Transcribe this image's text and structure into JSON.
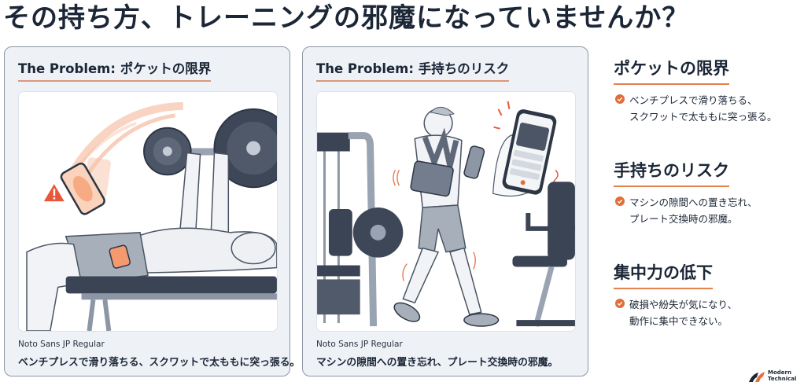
{
  "title": "その持ち方、トレーニングの邪魔になっていませんか？",
  "cards": [
    {
      "heading": "The Problem: ポケットの限界",
      "illustration": "bench-press-phone-falling-from-pocket",
      "font_label": "Noto Sans JP Regular",
      "caption": "ベンチプレスで滑り落ちる、スクワットで太ももに突っ張る。"
    },
    {
      "heading": "The Problem: 手持ちのリスク",
      "illustration": "walking-with-towel-bottle-and-phone-in-hand",
      "font_label": "Noto Sans JP Regular",
      "caption": "マシンの隙間への置き忘れ、プレート交換時の邪魔。"
    }
  ],
  "sidebar": [
    {
      "heading": "ポケットの限界",
      "icon": "check-circle-icon",
      "lines": [
        "ベンチプレスで滑り落ちる、",
        "スクワットで太ももに突っ張る。"
      ]
    },
    {
      "heading": "手持ちのリスク",
      "icon": "check-circle-icon",
      "lines": [
        "マシンの隙間への置き忘れ、",
        "プレート交換時の邪魔。"
      ]
    },
    {
      "heading": "集中力の低下",
      "icon": "check-circle-icon",
      "lines": [
        "破損や紛失が気になり、",
        "動作に集中できない。"
      ]
    }
  ],
  "logo": {
    "line1": "Modern",
    "line2": "Technical"
  },
  "colors": {
    "text": "#1b2636",
    "accent": "#e36d38",
    "card_bg": "#eef1f6",
    "card_border": "#8d97a6",
    "heading_underline": "#d9987c"
  }
}
